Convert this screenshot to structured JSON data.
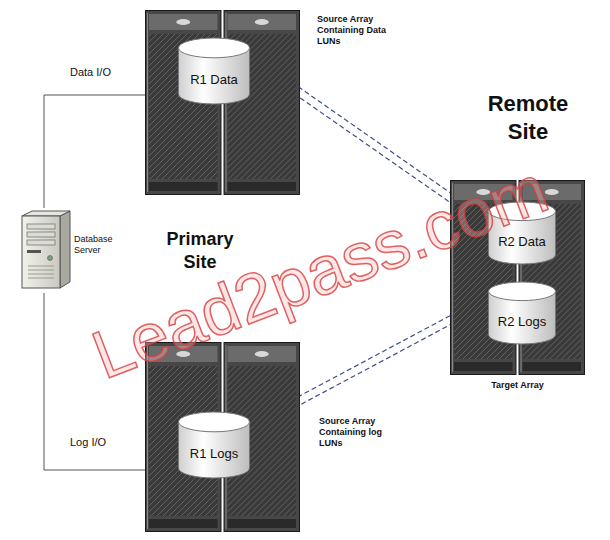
{
  "diagram": {
    "nodes": [
      {
        "text": [
          "Database Server"
        ]
      },
      {
        "text": [
          "Source Array Containing Data LUNs"
        ]
      },
      {
        "text": [
          "R1 Data"
        ],
        "in": 1
      },
      {
        "text": [
          "Source Array Containing log LUNs"
        ]
      },
      {
        "text": [
          "R1 Logs"
        ],
        "in": 3
      },
      {
        "text": [
          "Target Array"
        ]
      },
      {
        "text": [
          "R2 Data"
        ],
        "in": 5
      },
      {
        "text": [
          "R2 Logs"
        ],
        "in": 5
      }
    ],
    "edges": [
      {
        "from": 0,
        "to": 1,
        "arrow": "none",
        "label": "Data I/O"
      },
      {
        "from": 0,
        "to": 3,
        "arrow": "none",
        "label": "Log I/O"
      },
      {
        "from": 2,
        "to": 6,
        "arrow": "none"
      },
      {
        "from": 4,
        "to": 7,
        "arrow": "none"
      }
    ],
    "labels": [
      "Remote Site",
      "Primary Site",
      "Lead2pass.com"
    ]
  }
}
